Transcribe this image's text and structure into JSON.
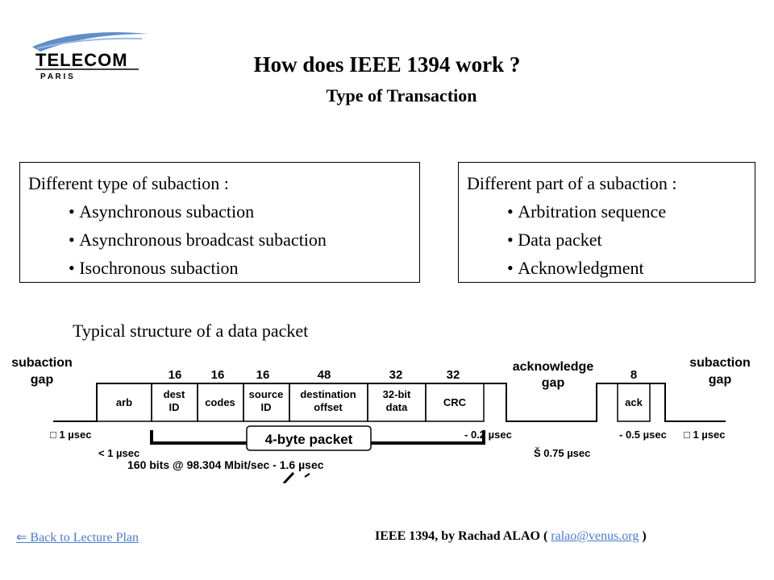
{
  "header": {
    "logo_text": "TELECOM",
    "logo_sub": "P A R I S",
    "title": "How does IEEE 1394 work ?",
    "subtitle": "Type of Transaction"
  },
  "left_box": {
    "heading": "Different type of subaction :",
    "items": [
      "Asynchronous subaction",
      "Asynchronous broadcast subaction",
      "Isochronous subaction"
    ]
  },
  "right_box": {
    "heading": "Different part of a subaction :",
    "items": [
      "Arbitration sequence",
      "Data packet",
      "Acknowledgment"
    ]
  },
  "caption": "Typical structure of a data packet",
  "diagram": {
    "subaction_gap_left_1": "subaction",
    "subaction_gap_left_2": "gap",
    "ack_gap_1": "acknowledge",
    "ack_gap_2": "gap",
    "subaction_gap_right_1": "subaction",
    "subaction_gap_right_2": "gap",
    "fields": [
      {
        "bits": "",
        "label1": "arb",
        "label2": ""
      },
      {
        "bits": "16",
        "label1": "dest",
        "label2": "ID"
      },
      {
        "bits": "16",
        "label1": "codes",
        "label2": ""
      },
      {
        "bits": "16",
        "label1": "source",
        "label2": "ID"
      },
      {
        "bits": "48",
        "label1": "destination",
        "label2": "offset"
      },
      {
        "bits": "32",
        "label1": "32-bit",
        "label2": "data"
      },
      {
        "bits": "32",
        "label1": "CRC",
        "label2": ""
      }
    ],
    "ack_bits": "8",
    "ack_label": "ack",
    "time_left": "□ 1 µsec",
    "time_arb": "< 1 µsec",
    "packet_label": "4-byte packet",
    "bits_label": "160 bits @ 98.304 Mbit/sec - 1.6 µsec",
    "time_crc": "- 0.2 µsec",
    "time_ackgap": "Š 0.75 µsec",
    "time_ack": "- 0.5 µsec",
    "time_right": "□ 1 µsec"
  },
  "footer": {
    "back_link": "⇐ Back to Lecture Plan",
    "credit": "IEEE 1394, by Rachad ALAO",
    "paren_open": "(",
    "email": "ralao@venus.org",
    "paren_close": ")"
  },
  "colors": {
    "link": "#4a7bd4",
    "logo_swoosh": "#5f8ec9"
  }
}
